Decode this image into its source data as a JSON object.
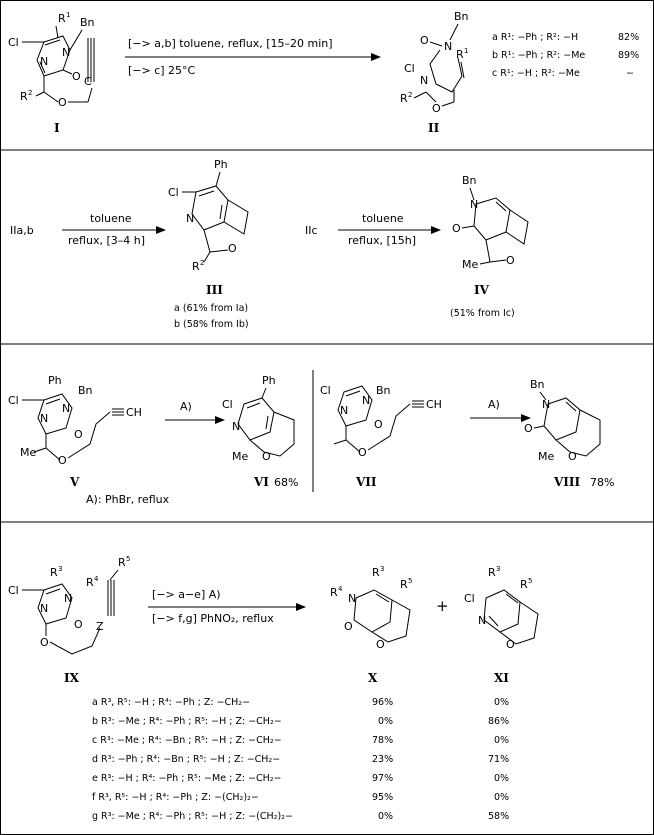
{
  "scheme1": {
    "conditions_top": "[−> a,b]  toluene,  reflux,  [15–20 min]",
    "conditions_bottom": "[−> c]  25°C",
    "label_start": "I",
    "label_product": "II",
    "variants": [
      {
        "text": "a R¹: −Ph ; R²: −H",
        "yield": "82%"
      },
      {
        "text": "b R¹: −Ph ; R²: −Me",
        "yield": "89%"
      },
      {
        "text": "c R¹: −H ; R²: −Me",
        "yield": "−"
      }
    ]
  },
  "scheme2": {
    "start_left": "IIa,b",
    "arrow_left_top": "toluene",
    "arrow_left_bottom": "reflux,  [3–4 h]",
    "product_left": "III",
    "product_left_yields": [
      "a (61% from Ia)",
      "b (58% from Ib)"
    ],
    "start_right": "IIc",
    "arrow_right_top": "toluene",
    "arrow_right_bottom": "reflux,  [15h]",
    "product_right": "IV",
    "product_right_yield": "(51% from Ic)"
  },
  "scheme3": {
    "label_v": "V",
    "label_vi": "VI",
    "vi_yield": "68%",
    "arrow_label": "A)",
    "footnote": "A):  PhBr,  reflux",
    "label_vii": "VII",
    "arrow_label_2": "A)",
    "label_viii": "VIII",
    "viii_yield": "78%"
  },
  "scheme4": {
    "conditions_top": "[−> a−e]  A)",
    "conditions_bottom": "[−> f,g]  PhNO₂,  reflux",
    "label_ix": "IX",
    "label_x": "X",
    "plus": "+",
    "label_xi": "XI",
    "table": [
      {
        "entry": "a R³, R⁵: −H ; R⁴: −Ph ; Z: −CH₂−",
        "x": "96%",
        "xi": "0%"
      },
      {
        "entry": "b R³: −Me ; R⁴: −Ph ; R⁵: −H ; Z: −CH₂−",
        "x": "0%",
        "xi": "86%"
      },
      {
        "entry": "c R³: −Me ; R⁴: −Bn ; R⁵: −H ; Z: −CH₂−",
        "x": "78%",
        "xi": "0%"
      },
      {
        "entry": "d R³: −Ph ; R⁴: −Bn ; R⁵: −H ; Z: −CH₂−",
        "x": "23%",
        "xi": "71%"
      },
      {
        "entry": "e R³: −H ; R⁴: −Ph ; R⁵: −Me ; Z: −CH₂−",
        "x": "97%",
        "xi": "0%"
      },
      {
        "entry": "f R³, R⁵: −H ; R⁴: −Ph ; Z: −(CH₂)₂−",
        "x": "95%",
        "xi": "0%"
      },
      {
        "entry": "g R³: −Me ; R⁴: −Ph ; R⁵: −H ; Z: −(CH₂)₂−",
        "x": "0%",
        "xi": "58%"
      }
    ]
  }
}
